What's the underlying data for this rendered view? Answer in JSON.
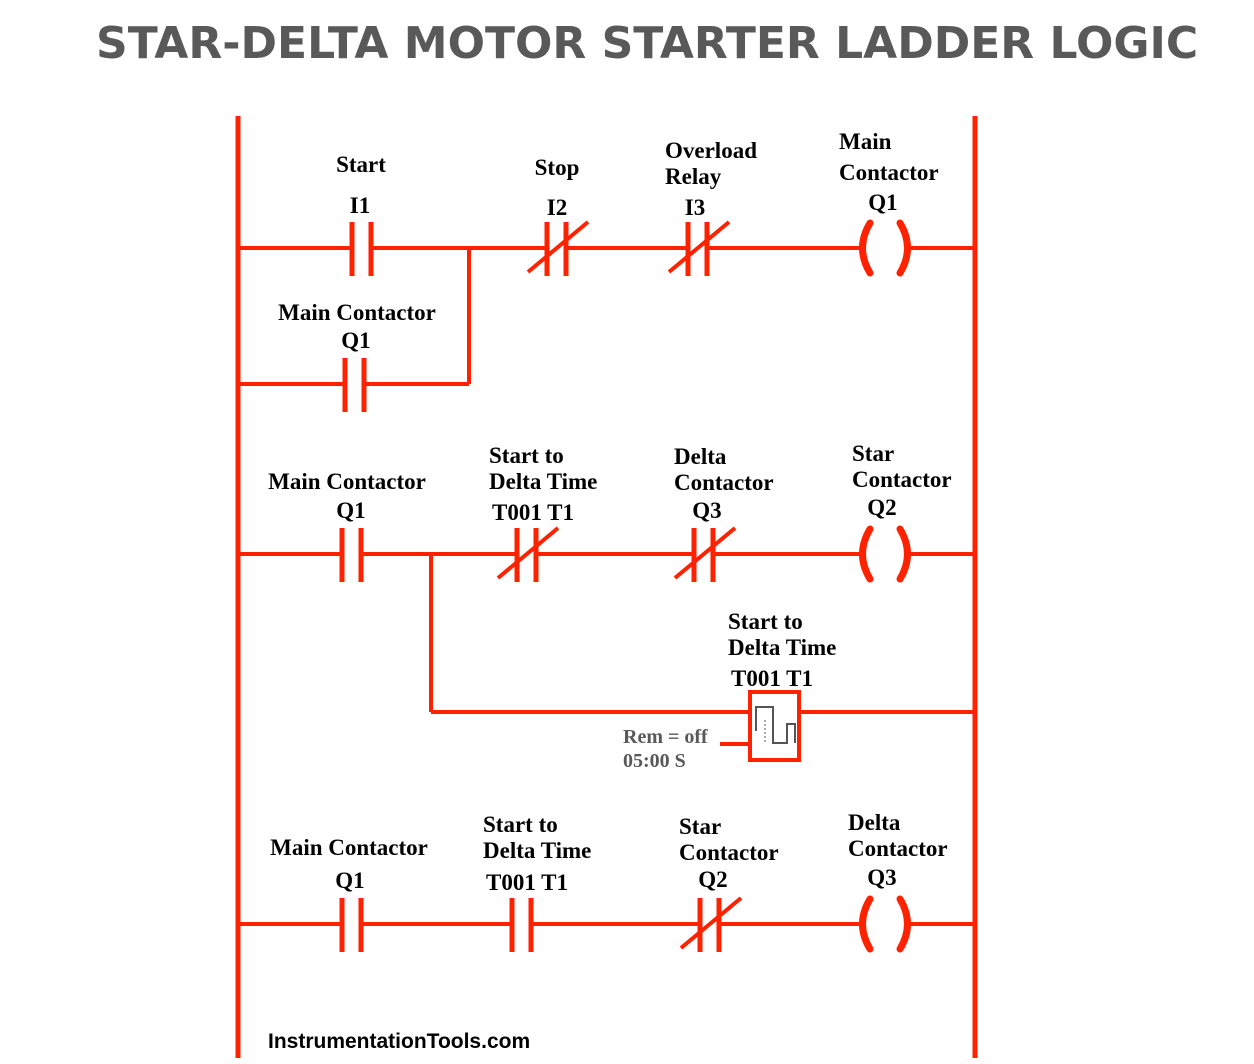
{
  "title": "STAR-DELTA MOTOR STARTER LADDER LOGIC",
  "watermark": "InstrumentationTools.com",
  "colors": {
    "wire": "#ff2200",
    "title": "#595959",
    "label": "#000000"
  },
  "rung1": {
    "start": {
      "name": "Start",
      "addr": "I1"
    },
    "stop": {
      "name": "Stop",
      "addr": "I2"
    },
    "overload": {
      "name_l1": "Overload",
      "name_l2": "Relay",
      "addr": "I3"
    },
    "coil": {
      "name_l1": "Main",
      "name_l2": "Contactor",
      "addr": "Q1"
    },
    "seal_in": {
      "name": "Main Contactor",
      "addr": "Q1"
    }
  },
  "rung2": {
    "main": {
      "name": "Main Contactor",
      "addr": "Q1"
    },
    "timer_nc": {
      "name_l1": "Start to",
      "name_l2": "Delta Time",
      "addr": "T001 T1"
    },
    "delta_nc": {
      "name_l1": "Delta",
      "name_l2": "Contactor",
      "addr": "Q3"
    },
    "coil": {
      "name_l1": "Star",
      "name_l2": "Contactor",
      "addr": "Q2"
    },
    "timer": {
      "name_l1": "Start to",
      "name_l2": "Delta Time",
      "addr": "T001 T1",
      "rem": "Rem = off",
      "preset": "05:00 S"
    }
  },
  "rung3": {
    "main": {
      "name": "Main Contactor",
      "addr": "Q1"
    },
    "timer_no": {
      "name_l1": "Start to",
      "name_l2": "Delta Time",
      "addr": "T001 T1"
    },
    "star_nc": {
      "name_l1": "Star",
      "name_l2": "Contactor",
      "addr": "Q2"
    },
    "coil": {
      "name_l1": "Delta",
      "name_l2": "Contactor",
      "addr": "Q3"
    }
  }
}
